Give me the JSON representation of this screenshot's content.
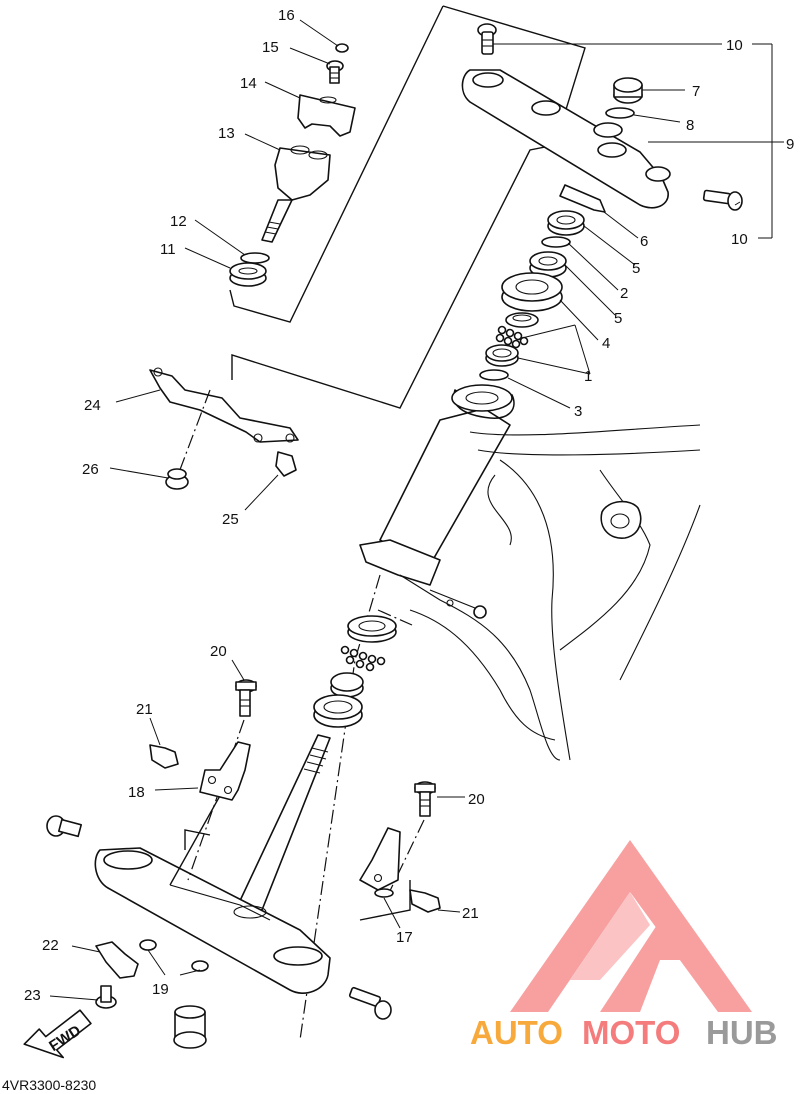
{
  "diagram_code": "4VR3300-8230",
  "fwd_label": "FWD",
  "watermark": {
    "part1": "AUTO",
    "part2": "MOTO",
    "part3": "HUB",
    "color_orange": "#f7a93b",
    "color_red": "#f47c7c",
    "color_gray": "#9a9a9a"
  },
  "callouts": {
    "c1": "1",
    "c2": "2",
    "c3": "3",
    "c4": "4",
    "c5a": "5",
    "c5b": "5",
    "c6": "6",
    "c7": "7",
    "c8": "8",
    "c9": "9",
    "c10a": "10",
    "c10b": "10",
    "c11": "11",
    "c12": "12",
    "c13": "13",
    "c14": "14",
    "c15": "15",
    "c16": "16",
    "c17": "17",
    "c18": "18",
    "c19": "19",
    "c20a": "20",
    "c20b": "20",
    "c21a": "21",
    "c21b": "21",
    "c22": "22",
    "c23": "23",
    "c24": "24",
    "c25": "25",
    "c26": "26"
  }
}
